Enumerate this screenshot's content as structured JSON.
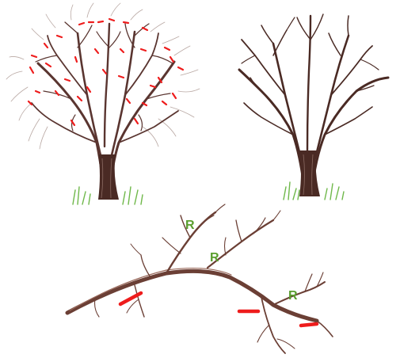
{
  "colors": {
    "background": "#ffffff",
    "bark_dark": "#4a2a24",
    "bark_mid": "#6b3f35",
    "bark_light": "#b7a39d",
    "cut_mark": "#ee1c1c",
    "grass": "#6fb84a",
    "label_green": "#5a9e2e"
  },
  "panels": {
    "before": {
      "name": "tree-before-pruning",
      "cut_marks": 34,
      "has_grass": true
    },
    "after": {
      "name": "tree-after-pruning",
      "cut_marks": 0,
      "has_grass": true
    },
    "detail": {
      "name": "branch-detail",
      "cut_marks": 3
    }
  },
  "labels": {
    "r1": "R",
    "r2": "R",
    "r3": "R"
  }
}
